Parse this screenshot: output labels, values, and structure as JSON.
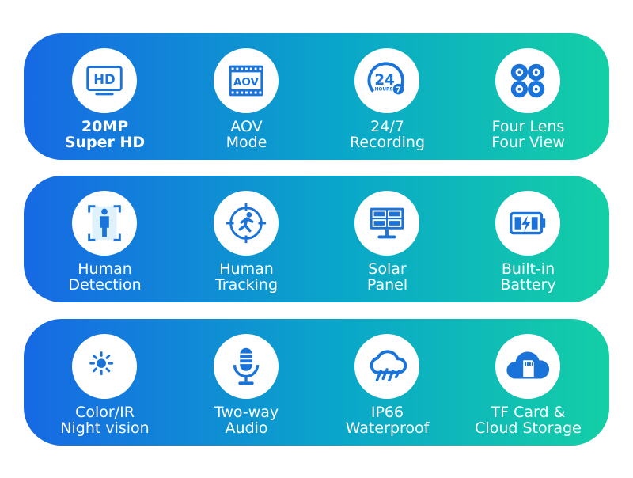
{
  "rows": [
    {
      "features": [
        {
          "icon": "hd-monitor-icon",
          "line1": "20MP",
          "line2": "Super HD",
          "icon_text": "HD"
        },
        {
          "icon": "aov-film-icon",
          "line1": "AOV",
          "line2": "Mode",
          "icon_text": "AOV"
        },
        {
          "icon": "24-hours-icon",
          "line1": "24/7",
          "line2": "Recording",
          "icon_text": "24",
          "icon_subtext": "HOURS",
          "icon_badge": "7"
        },
        {
          "icon": "four-lens-icon",
          "line1": "Four Lens",
          "line2": "Four View"
        }
      ]
    },
    {
      "features": [
        {
          "icon": "human-detection-icon",
          "line1": "Human",
          "line2": "Detection"
        },
        {
          "icon": "human-tracking-icon",
          "line1": "Human",
          "line2": "Tracking"
        },
        {
          "icon": "solar-panel-icon",
          "line1": "Solar",
          "line2": "Panel"
        },
        {
          "icon": "battery-icon",
          "line1": "Built-in",
          "line2": "Battery"
        }
      ]
    },
    {
      "features": [
        {
          "icon": "day-night-icon",
          "line1": "Color/IR",
          "line2": "Night vision"
        },
        {
          "icon": "microphone-icon",
          "line1": "Two-way",
          "line2": "Audio"
        },
        {
          "icon": "rain-cloud-icon",
          "line1": "IP66",
          "line2": "Waterproof"
        },
        {
          "icon": "cloud-sd-card-icon",
          "line1": "TF Card &",
          "line2": "Cloud Storage"
        }
      ]
    }
  ],
  "colors": {
    "gradient_start": "#1769e4",
    "gradient_end": "#14cfa6",
    "icon_blue": "#1a73d9"
  }
}
